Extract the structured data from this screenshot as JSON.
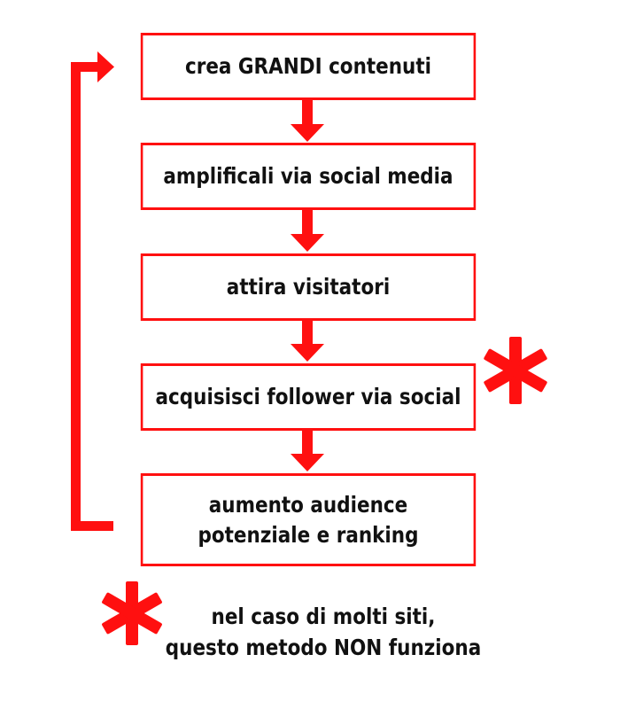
{
  "colors": {
    "accent": "#ff1010",
    "text": "#111111"
  },
  "steps": [
    {
      "label": "crea GRANDI contenuti"
    },
    {
      "label": "amplificali via social media"
    },
    {
      "label": "attira visitatori"
    },
    {
      "label": "acquisisci follower via social"
    },
    {
      "label": "aumento audience\npotenziale e ranking"
    }
  ],
  "note": {
    "text": "nel caso di molti siti,\nquesto metodo NON funziona"
  }
}
